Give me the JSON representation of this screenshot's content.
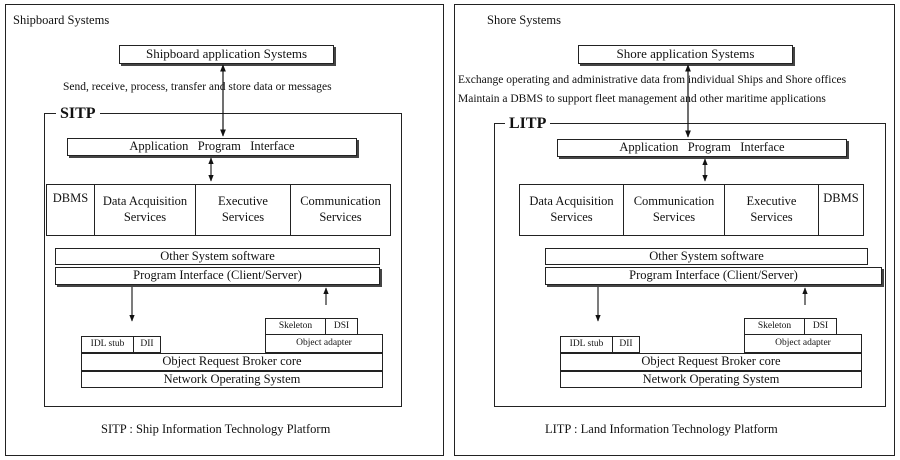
{
  "ship": {
    "panel_title": "Shipboard Systems",
    "app_systems": "Shipboard application Systems",
    "note": "Send, receive, process, transfer and store data or messages",
    "platform_label": "SITP",
    "api": "Application   Program   Interface",
    "services": [
      "DBMS",
      "Data Acquisition\nServices",
      "Executive\nServices",
      "Communication\nServices"
    ],
    "other_software": "Other System software",
    "program_interface": "Program Interface (Client/Server)",
    "idl_stub": "IDL stub",
    "dii": "DII",
    "skeleton": "Skeleton",
    "dsi": "DSI",
    "object_adapter": "Object adapter",
    "orb_core": "Object Request Broker core",
    "nos": "Network Operating System",
    "footnote": "SITP : Ship Information Technology Platform"
  },
  "shore": {
    "panel_title": "Shore Systems",
    "app_systems": "Shore application Systems",
    "note_1": "Exchange operating and administrative data from individual Ships and Shore offices",
    "note_2": "Maintain a DBMS to support fleet management and other maritime applications",
    "platform_label": "LITP",
    "api": "Application   Program   Interface",
    "services": [
      "Data Acquisition\nServices",
      "Communication\nServices",
      "Executive\nServices",
      "DBMS"
    ],
    "other_software": "Other System software",
    "program_interface": "Program Interface (Client/Server)",
    "idl_stub": "IDL stub",
    "dii": "DII",
    "skeleton": "Skeleton",
    "dsi": "DSI",
    "object_adapter": "Object adapter",
    "orb_core": "Object Request Broker core",
    "nos": "Network Operating System",
    "footnote": "LITP : Land Information Technology Platform"
  }
}
